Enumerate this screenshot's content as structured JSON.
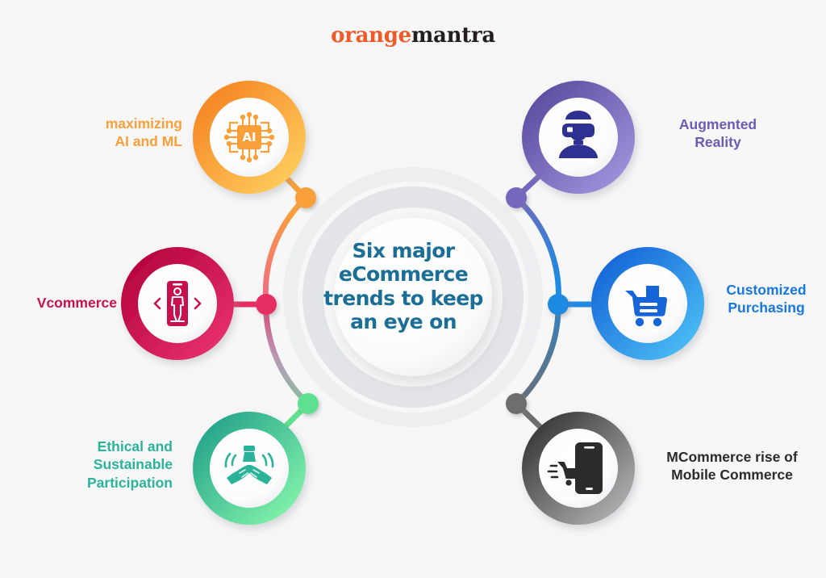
{
  "brand": {
    "name_part1": "orange",
    "name_part2": "mantra",
    "color1": "#f05a28",
    "color2": "#231f20"
  },
  "center": {
    "lines": [
      "Six major",
      "eCommerce",
      "trends to keep",
      "an eye on"
    ],
    "color": "#1b6e96"
  },
  "nodes": [
    {
      "id": "maximizing-ai-and-ml",
      "label_lines": [
        "maximizing",
        "AI and ML"
      ],
      "color": "#f9a03a",
      "ring_from": "#f58220",
      "ring_to": "#ffcf5c",
      "icon": "ai-chip-icon",
      "icon_text": "AI",
      "side": "left"
    },
    {
      "id": "vcommerce",
      "label_lines": [
        "Vcommerce"
      ],
      "color": "#c8104f",
      "ring_from": "#b3003c",
      "ring_to": "#e8336e",
      "icon": "virtual-try-on-phone-icon",
      "icon_text": "",
      "side": "left"
    },
    {
      "id": "ethical-and-sustainable-participation",
      "label_lines": [
        "Ethical and",
        "Sustainable",
        "Participation"
      ],
      "color": "#2bb39a",
      "ring_from": "#22a389",
      "ring_to": "#7ff0a8",
      "icon": "caring-hands-icon",
      "icon_text": "",
      "side": "left"
    },
    {
      "id": "augmented-reality",
      "label_lines": [
        "Augmented",
        "Reality"
      ],
      "color": "#6c5bb5",
      "ring_from": "#5b4ea8",
      "ring_to": "#9d8fd6",
      "icon": "vr-headset-person-icon",
      "icon_text": "",
      "side": "right"
    },
    {
      "id": "customized-purchasing",
      "label_lines": [
        "Customized",
        "Purchasing"
      ],
      "color": "#1777dd",
      "ring_from": "#1565d8",
      "ring_to": "#45b4f0",
      "icon": "shopping-cart-icon",
      "icon_text": "",
      "side": "right"
    },
    {
      "id": "mcommerce-rise-of-mobile-commerce",
      "label_lines": [
        "MCommerce rise of",
        "Mobile Commerce"
      ],
      "color": "#2b2b2b",
      "ring_from": "#3d3d3d",
      "ring_to": "#a8a8a8",
      "icon": "mobile-commerce-icon",
      "icon_text": "",
      "side": "right"
    }
  ],
  "connectors": [
    {
      "id": "connector-dot-ai",
      "color": "#f9a03a"
    },
    {
      "id": "connector-dot-vcommerce",
      "color": "#e62d63"
    },
    {
      "id": "connector-dot-ethical",
      "color": "#5de08f"
    },
    {
      "id": "connector-dot-ar",
      "color": "#7567bd"
    },
    {
      "id": "connector-dot-customized",
      "color": "#1f8ae0"
    },
    {
      "id": "connector-dot-mcommerce",
      "color": "#6e6e6e"
    }
  ],
  "background": {
    "color": "#f7f7f8"
  }
}
